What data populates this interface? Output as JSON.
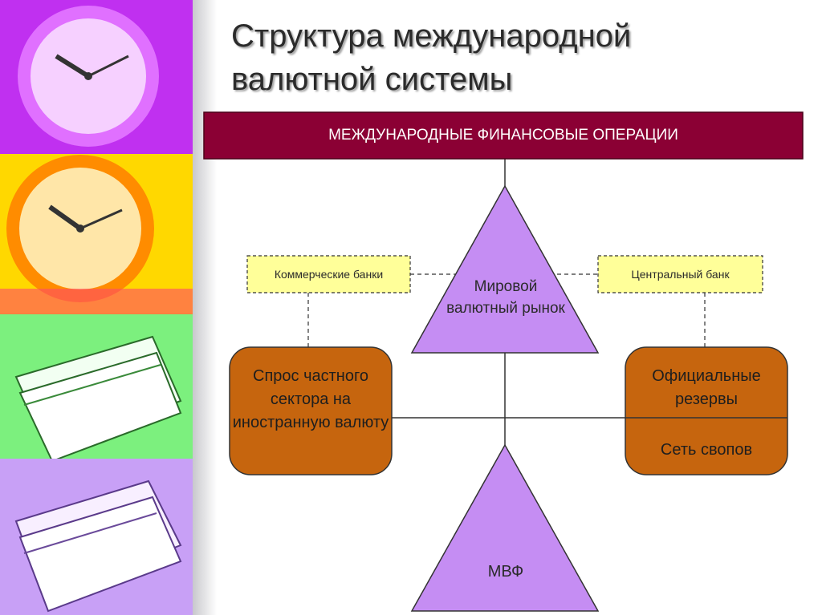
{
  "slide": {
    "title_lines": [
      "Структура международной",
      "валютной системы"
    ]
  },
  "diagram": {
    "top_box": "МЕЖДУНАРОДНЫЕ ФИНАНСОВЫЕ ОПЕРАЦИИ",
    "commercial_banks": "Коммерческие банки",
    "central_bank": "Центральный банк",
    "world_market": "Мировой валютный рынок",
    "private_demand": "Спрос частного сектора на иностранную валюту",
    "official_reserves": "Официальные резервы",
    "swap_network": "Сеть свопов",
    "imf": "МВФ"
  },
  "colors": {
    "top_box_fill": "#8b0034",
    "triangle_fill": "#c58df3",
    "rounded_box_fill": "#c6650e",
    "dashed_box_fill": "#ffff99",
    "strip_purple": "#c030f0",
    "strip_yellow": "#ffd800",
    "strip_green": "#2ee832",
    "strip_lavender": "#b98af0"
  },
  "icons": [
    "clock-icon",
    "clock-icon",
    "papers-icon",
    "papers-icon"
  ]
}
